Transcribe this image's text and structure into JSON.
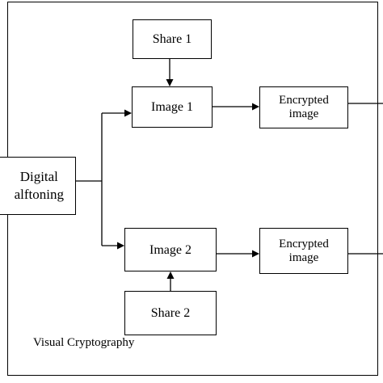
{
  "diagram": {
    "nodes": {
      "share1": "Share 1",
      "image1": "Image 1",
      "encrypted1": "Encrypted\nimage",
      "digital": "Digital\nalftoning",
      "image2": "Image 2",
      "share2": "Share 2",
      "encrypted2": "Encrypted\nimage"
    },
    "caption": "Visual Cryptography"
  }
}
